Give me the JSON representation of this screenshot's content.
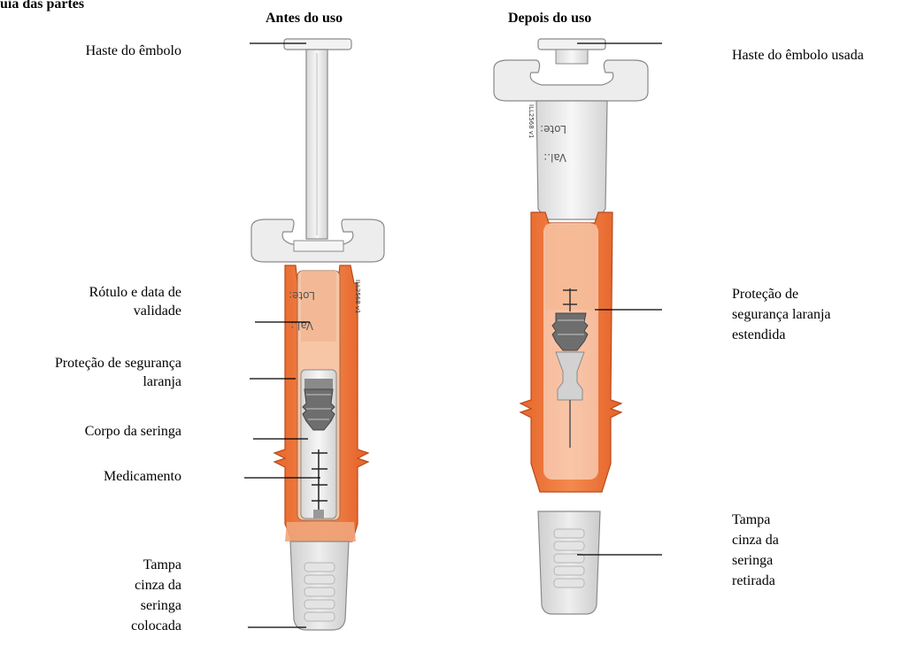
{
  "header": {
    "corner_title": "uia das partes",
    "before_title": "Antes do uso",
    "after_title": "Depois do uso"
  },
  "labels_left": {
    "plunger_rod": "Haste do êmbolo",
    "label_expiry_1": "Rótulo e data de",
    "label_expiry_2": "validade",
    "guard_1": "Proteção de segurança",
    "guard_2": "laranja",
    "syringe_body": "Corpo da seringa",
    "medicine": "Medicamento",
    "cap_1": "Tampa",
    "cap_2": "cinza da",
    "cap_3": "seringa",
    "cap_4": "colocada"
  },
  "labels_right": {
    "used_rod": "Haste do êmbolo usada",
    "ext_guard_1": "Proteção de",
    "ext_guard_2": "segurança laranja",
    "ext_guard_3": "estendida",
    "removed_cap_1": "Tampa",
    "removed_cap_2": "cinza da",
    "removed_cap_3": "seringa",
    "removed_cap_4": "retirada"
  },
  "syringe_print": {
    "lot": "Lote:",
    "exp": "Val.:",
    "code_before": "ILL2568 v1",
    "code_after": "ILL2568 v1"
  },
  "colors": {
    "orange_guard": "#EF7A3E",
    "orange_light": "#F5B78F",
    "grey_cap": "#D9D9D9",
    "grey_dark": "#7A7A7A",
    "barrel": "#EDEDED"
  }
}
